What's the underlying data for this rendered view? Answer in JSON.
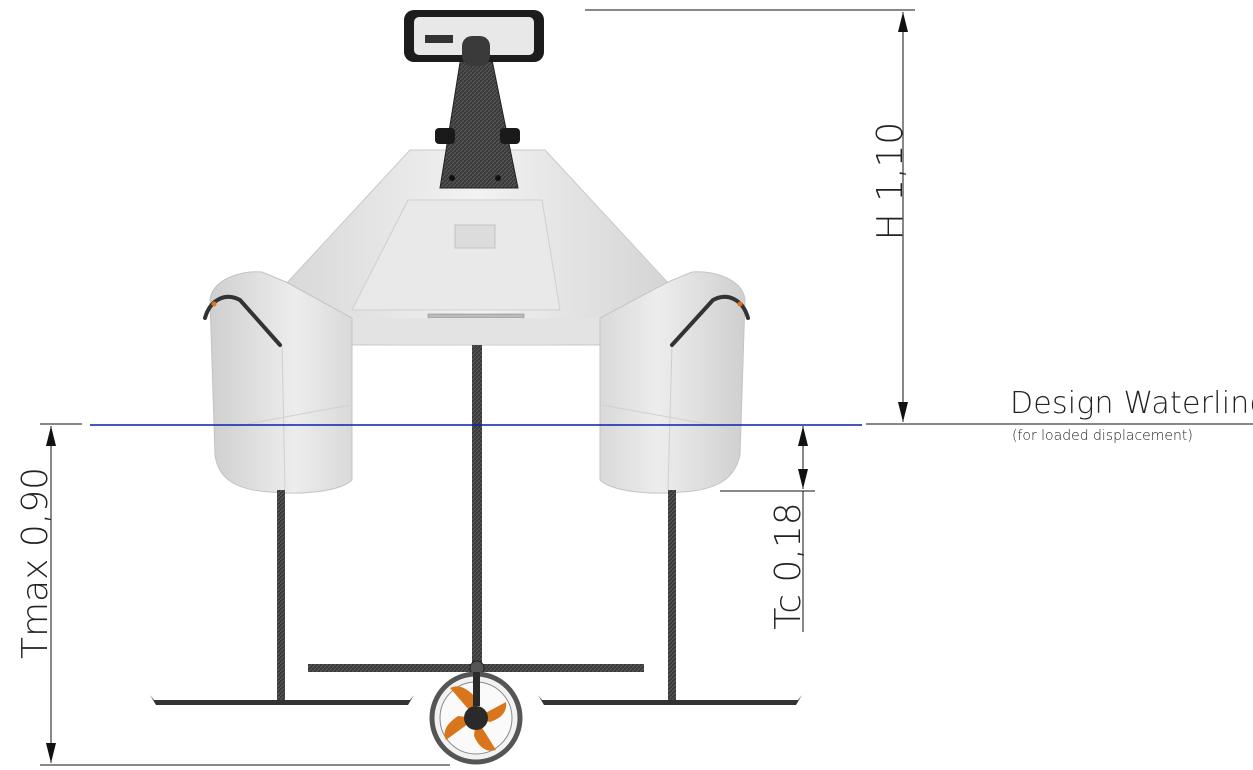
{
  "labels": {
    "height": "H 1,10",
    "max_draft": "Tmax 0,90",
    "canoe_draft": "Tc 0,18",
    "waterline_title": "Design Waterline",
    "waterline_subtitle": "(for loaded displacement)"
  },
  "colors": {
    "waterline": "#0b1fb0",
    "hull": "#e6e6e6",
    "carbon": "#3a3a3a",
    "propeller": "#d9761c",
    "dimension": "#111111"
  }
}
